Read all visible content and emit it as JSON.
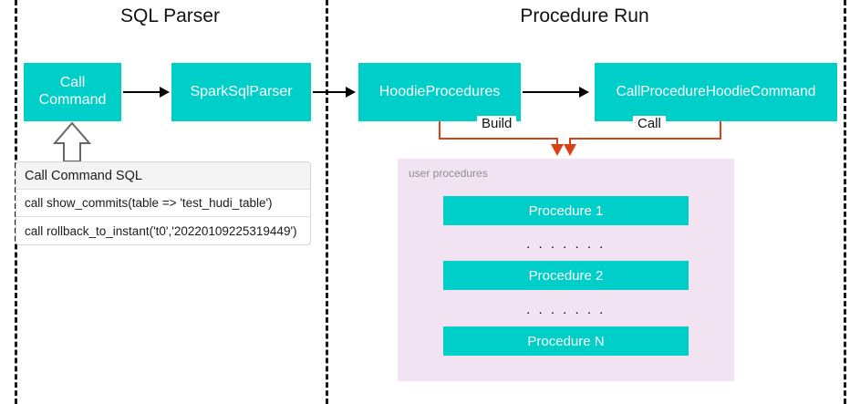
{
  "diagram": {
    "sections": [
      {
        "id": "sql-parser",
        "title": "SQL Parser"
      },
      {
        "id": "procedure-run",
        "title": "Procedure Run"
      }
    ],
    "nodes": {
      "call_command": "Call\nCommand",
      "call_command_line1": "Call",
      "call_command_line2": "Command",
      "spark_sql_parser": "SparkSqlParser",
      "hoodie_procedures": "HoodieProcedures",
      "call_procedure_hoodie_command": "CallProcedureHoodieCommand"
    },
    "edge_labels": {
      "build": "Build",
      "call": "Call"
    },
    "sql_table": {
      "header": "Call Command SQL",
      "rows": [
        "call show_commits(table => 'test_hudi_table')",
        "call rollback_to_instant('t0','20220109225319449')"
      ]
    },
    "user_procedures_panel": {
      "label": "user procedures",
      "items": [
        {
          "type": "box",
          "label": "Procedure 1"
        },
        {
          "type": "dots",
          "label": ". . . . . . ."
        },
        {
          "type": "box",
          "label": "Procedure 2"
        },
        {
          "type": "dots",
          "label": ". . . . . . ."
        },
        {
          "type": "box",
          "label": "Procedure N"
        }
      ]
    },
    "colors": {
      "node_fill": "#00CEC8",
      "node_text": "#FFFFFF",
      "panel_fill": "#F2E3F3",
      "orange_connector": "#D84315",
      "black_connector": "#000000",
      "divider": "#1A1A1A",
      "background": "#FFFFFF"
    }
  }
}
